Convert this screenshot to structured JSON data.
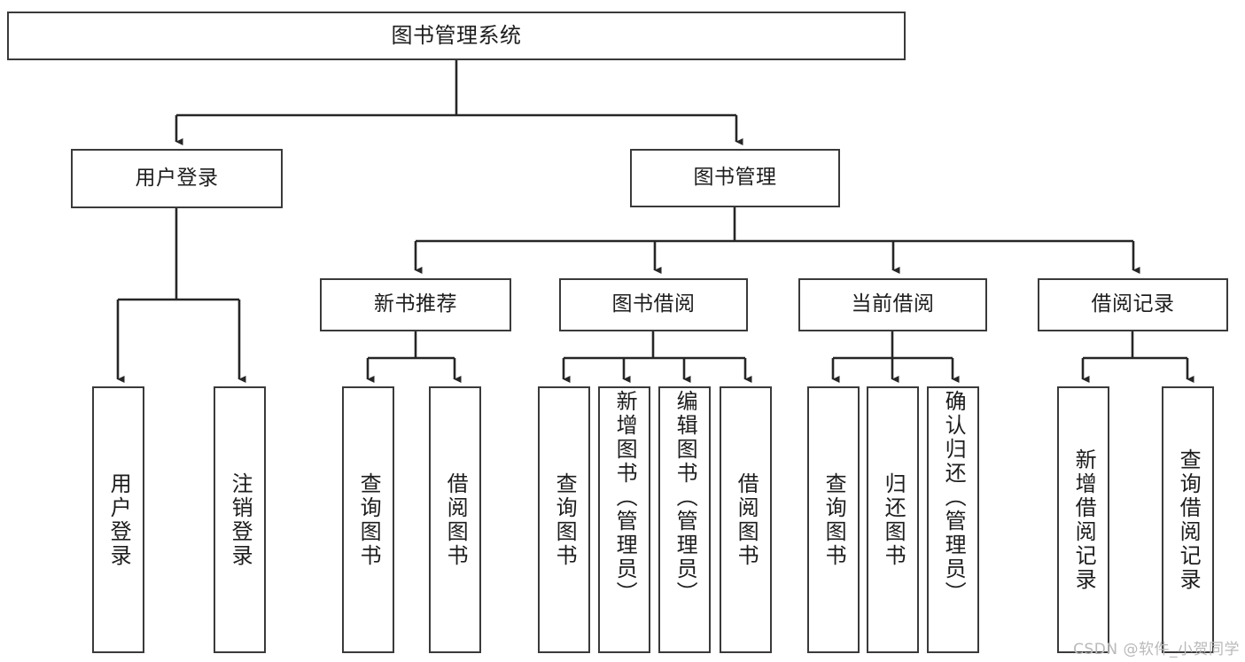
{
  "diagram": {
    "title": "图书管理系统",
    "type": "hierarchy-tree",
    "watermark": "CSDN @软件_小贺同学",
    "colors": {
      "border": "#3a3a3a",
      "background": "#ffffff",
      "text": "#1d1d1d",
      "edge": "#262626",
      "watermark": "#b9b9b9"
    },
    "levels": {
      "root": "图书管理系统",
      "level2": [
        "用户登录",
        "图书管理"
      ],
      "level3": [
        "新书推荐",
        "图书借阅",
        "当前借阅",
        "借阅记录"
      ]
    },
    "nodes": [
      {
        "id": "root",
        "label": "图书管理系统",
        "level": 0,
        "orientation": "horizontal"
      },
      {
        "id": "login",
        "label": "用户登录",
        "level": 1,
        "orientation": "horizontal"
      },
      {
        "id": "bookmgmt",
        "label": "图书管理",
        "level": 1,
        "orientation": "horizontal"
      },
      {
        "id": "newbook",
        "label": "新书推荐",
        "level": 2,
        "orientation": "horizontal"
      },
      {
        "id": "borrow",
        "label": "图书借阅",
        "level": 2,
        "orientation": "horizontal"
      },
      {
        "id": "current",
        "label": "当前借阅",
        "level": 2,
        "orientation": "horizontal"
      },
      {
        "id": "records",
        "label": "借阅记录",
        "level": 2,
        "orientation": "horizontal"
      },
      {
        "id": "leaf1",
        "label": "用户登录",
        "level": 3,
        "orientation": "vertical",
        "parent": "login"
      },
      {
        "id": "leaf2",
        "label": "注销登录",
        "level": 3,
        "orientation": "vertical",
        "parent": "login"
      },
      {
        "id": "leaf3",
        "label": "查询图书",
        "level": 3,
        "orientation": "vertical",
        "parent": "newbook"
      },
      {
        "id": "leaf4",
        "label": "借阅图书",
        "level": 3,
        "orientation": "vertical",
        "parent": "newbook"
      },
      {
        "id": "leaf5",
        "label": "查询图书",
        "level": 3,
        "orientation": "vertical",
        "parent": "borrow"
      },
      {
        "id": "leaf6",
        "label": "新增图书（管理员）",
        "level": 3,
        "orientation": "vertical",
        "parent": "borrow"
      },
      {
        "id": "leaf7",
        "label": "编辑图书（管理员）",
        "level": 3,
        "orientation": "vertical",
        "parent": "borrow"
      },
      {
        "id": "leaf8",
        "label": "借阅图书",
        "level": 3,
        "orientation": "vertical",
        "parent": "borrow"
      },
      {
        "id": "leaf9",
        "label": "查询图书",
        "level": 3,
        "orientation": "vertical",
        "parent": "current"
      },
      {
        "id": "leaf10",
        "label": "归还图书",
        "level": 3,
        "orientation": "vertical",
        "parent": "current"
      },
      {
        "id": "leaf11",
        "label": "确认归还（管理员）",
        "level": 3,
        "orientation": "vertical",
        "parent": "current"
      },
      {
        "id": "leaf12",
        "label": "新增借阅记录",
        "level": 3,
        "orientation": "vertical",
        "parent": "records"
      },
      {
        "id": "leaf13",
        "label": "查询借阅记录",
        "level": 3,
        "orientation": "vertical",
        "parent": "records"
      }
    ]
  }
}
